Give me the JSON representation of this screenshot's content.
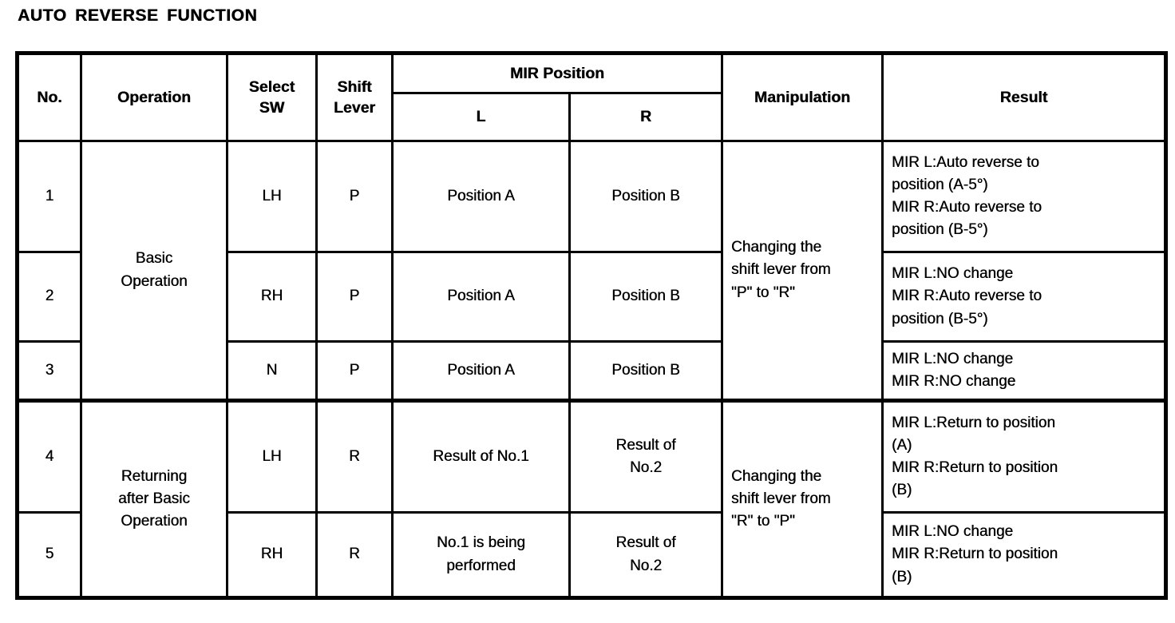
{
  "title": "AUTO REVERSE FUNCTION",
  "table": {
    "headers": {
      "no": "No.",
      "operation": "Operation",
      "select_sw": "Select\nSW",
      "shift_lever": "Shift\nLever",
      "mir_position": "MIR Position",
      "l": "L",
      "r": "R",
      "manipulation": "Manipulation",
      "result": "Result"
    },
    "rows": [
      {
        "no": "1",
        "operation": "Basic\nOperation",
        "select_sw": "LH",
        "shift_lever": "P",
        "mir_l": "Position A",
        "mir_r": "Position B",
        "manipulation": "Changing the\nshift lever from\n\"P\" to \"R\"",
        "result": "MIR L:Auto reverse to\nposition (A-5°)\nMIR R:Auto reverse to\nposition (B-5°)"
      },
      {
        "no": "2",
        "select_sw": "RH",
        "shift_lever": "P",
        "mir_l": "Position A",
        "mir_r": "Position B",
        "result": "MIR L:NO change\nMIR R:Auto reverse to\nposition (B-5°)"
      },
      {
        "no": "3",
        "select_sw": "N",
        "shift_lever": "P",
        "mir_l": "Position A",
        "mir_r": "Position B",
        "result": "MIR L:NO change\nMIR R:NO change"
      },
      {
        "no": "4",
        "operation": "Returning\nafter Basic\nOperation",
        "select_sw": "LH",
        "shift_lever": "R",
        "mir_l": "Result of No.1",
        "mir_r": "Result of\nNo.2",
        "manipulation": "Changing the\nshift lever from\n\"R\" to \"P\"",
        "result": "MIR L:Return to position\n(A)\nMIR R:Return to position\n(B)"
      },
      {
        "no": "5",
        "select_sw": "RH",
        "shift_lever": "R",
        "mir_l": "No.1 is being\nperformed",
        "mir_r": "Result of\nNo.2",
        "result": "MIR L:NO change\nMIR R:Return to position\n(B)"
      }
    ]
  }
}
